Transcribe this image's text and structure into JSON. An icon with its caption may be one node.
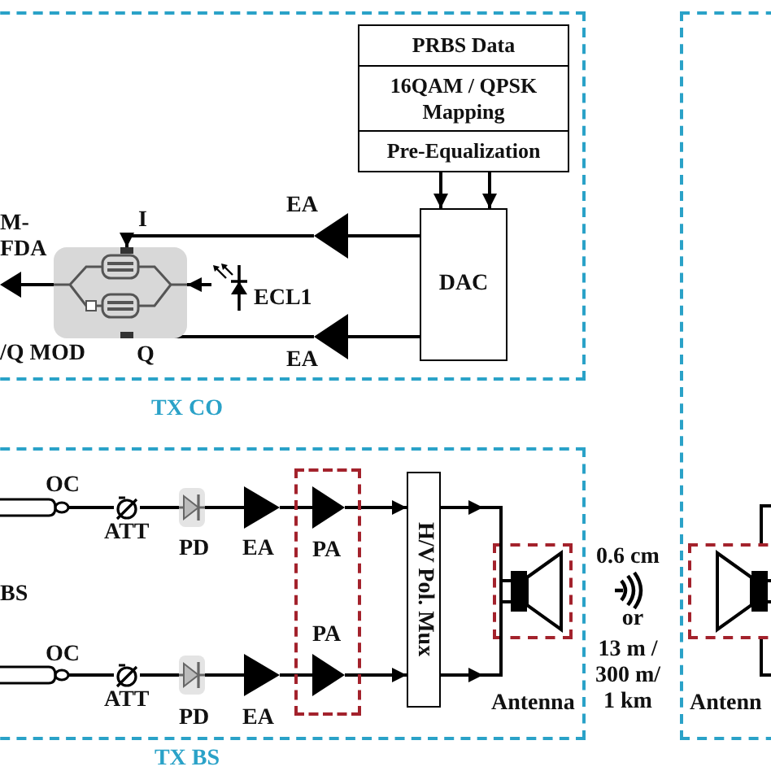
{
  "diagram": {
    "nodes": [
      {
        "text": [
          "TX CO"
        ]
      },
      {
        "text": [
          "PRBS Data"
        ],
        "in": 0
      },
      {
        "text": [
          "16QAM / QPSK Mapping"
        ],
        "in": 0
      },
      {
        "text": [
          "Pre-Equalization"
        ],
        "in": 0
      },
      {
        "text": [
          "DAC"
        ],
        "in": 0
      },
      {
        "text": [
          "EA"
        ],
        "in": 0
      },
      {
        "text": [
          "EA"
        ],
        "in": 0
      },
      {
        "text": [
          "/Q MOD"
        ],
        "in": 0
      },
      {
        "text": [
          "ECL1"
        ],
        "in": 0
      },
      {
        "text": [
          "M- FDA"
        ],
        "in": 0
      },
      {
        "text": [
          "TX BS"
        ]
      },
      {
        "text": [
          "OC"
        ],
        "in": 10
      },
      {
        "text": [
          "ATT"
        ],
        "in": 10
      },
      {
        "text": [
          "PD"
        ],
        "in": 10
      },
      {
        "text": [
          "EA"
        ],
        "in": 10
      },
      {
        "text": [],
        "shape": "box",
        "in": 10
      },
      {
        "text": [
          "PA"
        ],
        "in": 15
      },
      {
        "text": [
          "PA"
        ],
        "in": 15
      },
      {
        "text": [
          "OC"
        ],
        "in": 10
      },
      {
        "text": [
          "ATT"
        ],
        "in": 10
      },
      {
        "text": [
          "PD"
        ],
        "in": 10
      },
      {
        "text": [
          "EA"
        ],
        "in": 10
      },
      {
        "text": [
          "H/V Pol. Mux"
        ],
        "in": 10
      },
      {
        "text": [
          "Antenna"
        ],
        "in": 10
      },
      {
        "text": [],
        "shape": "box"
      },
      {
        "text": [
          "Antenn"
        ],
        "in": 24
      }
    ],
    "edges": [
      {
        "from": 3,
        "to": 4,
        "arrow": "to"
      },
      {
        "from": 3,
        "to": 4,
        "arrow": "to"
      },
      {
        "from": 4,
        "to": 5,
        "arrow": "none"
      },
      {
        "from": 5,
        "to": 7,
        "arrow": "to"
      },
      {
        "from": 4,
        "to": 6,
        "arrow": "none"
      },
      {
        "from": 6,
        "to": 7,
        "arrow": "to"
      },
      {
        "from": 8,
        "to": 7,
        "arrow": "to"
      },
      {
        "from": 7,
        "to": 9,
        "arrow": "none"
      },
      {
        "from": 11,
        "to": 12,
        "arrow": "none"
      },
      {
        "from": 12,
        "to": 13,
        "arrow": "none"
      },
      {
        "from": 13,
        "to": 14,
        "arrow": "none"
      },
      {
        "from": 14,
        "to": 16,
        "arrow": "none"
      },
      {
        "from": 16,
        "to": 22,
        "arrow": "to"
      },
      {
        "from": 22,
        "to": 23,
        "arrow": "to"
      },
      {
        "from": 18,
        "to": 19,
        "arrow": "none"
      },
      {
        "from": 19,
        "to": 20,
        "arrow": "none"
      },
      {
        "from": 20,
        "to": 21,
        "arrow": "none"
      },
      {
        "from": 21,
        "to": 17,
        "arrow": "none"
      },
      {
        "from": 17,
        "to": 22,
        "arrow": "to"
      },
      {
        "from": 22,
        "to": 23,
        "arrow": "to"
      },
      {
        "from": 25,
        "to": null,
        "arrow": "none"
      },
      {
        "from": 25,
        "to": null,
        "arrow": "none"
      }
    ],
    "labels": [
      "I",
      "Q",
      "BS",
      "0.6 cm",
      "or",
      "13 m / 300 m/ 1 km"
    ]
  }
}
